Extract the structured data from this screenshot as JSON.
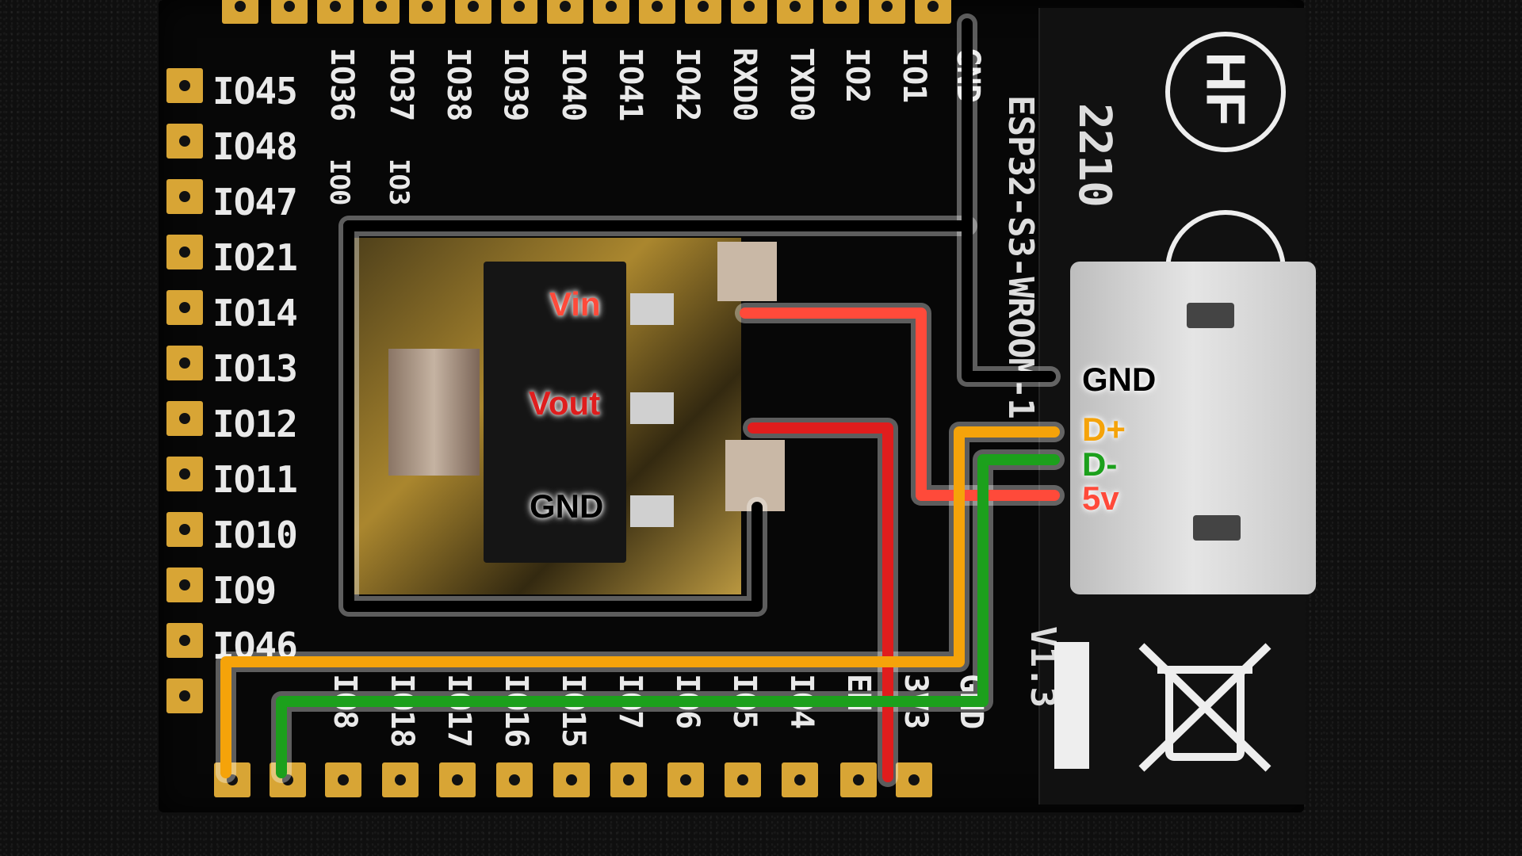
{
  "colors": {
    "vin": "#ff4a3a",
    "vout": "#e01d1d",
    "gnd": "#000000",
    "dplus": "#f5a30a",
    "dminus": "#1ca01c",
    "v5": "#ff4a3a",
    "pad": "#d8a535"
  },
  "silkscreen": {
    "top": [
      "IO36",
      "IO37",
      "IO38",
      "IO39",
      "IO40",
      "IO41",
      "IO42",
      "RXD0",
      "TXD0",
      "IO2",
      "IO1",
      "GND"
    ],
    "top_partial": [
      "IO0",
      "IO3"
    ],
    "left": [
      "IO45",
      "IO48",
      "IO47",
      "IO21",
      "IO14",
      "IO13",
      "IO12",
      "IO11",
      "IO10",
      "IO9",
      "IO46"
    ],
    "bottom": [
      "IO8",
      "IO18",
      "IO17",
      "IO16",
      "IO15",
      "IO7",
      "IO6",
      "IO5",
      "IO4",
      "EN",
      "3V3",
      "GND"
    ],
    "module_name": "ESP32-S3-WROOM-1",
    "version": "V1.3",
    "code": "2210",
    "logo": "HF"
  },
  "regulator_labels": {
    "vin": "Vin",
    "vout": "Vout",
    "gnd": "GND"
  },
  "usb_labels": {
    "gnd": "GND",
    "dplus": "D+",
    "dminus": "D-",
    "v5": "5v"
  },
  "icons": [
    "weee-bin-icon",
    "hf-logo-icon"
  ]
}
